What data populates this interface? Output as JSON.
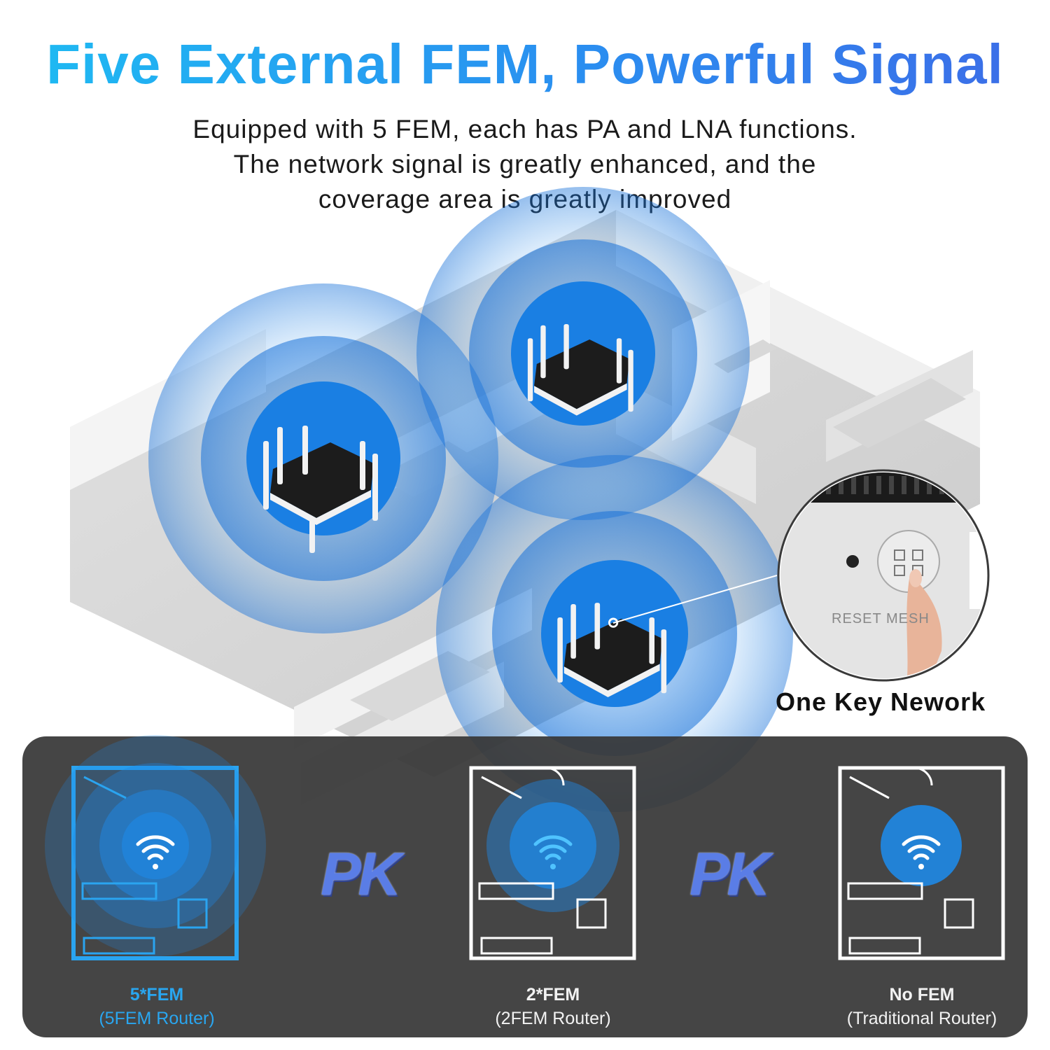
{
  "title": "Five External FEM, Powerful Signal",
  "subtitle": [
    "Equipped with 5 FEM, each has PA and LNA functions.",
    "The network signal is greatly enhanced, and the",
    "coverage area is greatly improved"
  ],
  "callout": {
    "reset_label": "RESET",
    "mesh_label": "MESH",
    "caption": "One Key Nework"
  },
  "comparison": {
    "vs_label": "PK",
    "items": [
      {
        "title": "5*FEM",
        "subtitle": "(5FEM Router)"
      },
      {
        "title": "2*FEM",
        "subtitle": "(2FEM Router)"
      },
      {
        "title": "No FEM",
        "subtitle": "(Traditional Router)"
      }
    ]
  },
  "colors": {
    "accent_blue": "#1e88e5",
    "title_gradient_start": "#1fb8f2",
    "title_gradient_end": "#3b6fe8",
    "panel": "#373737"
  }
}
